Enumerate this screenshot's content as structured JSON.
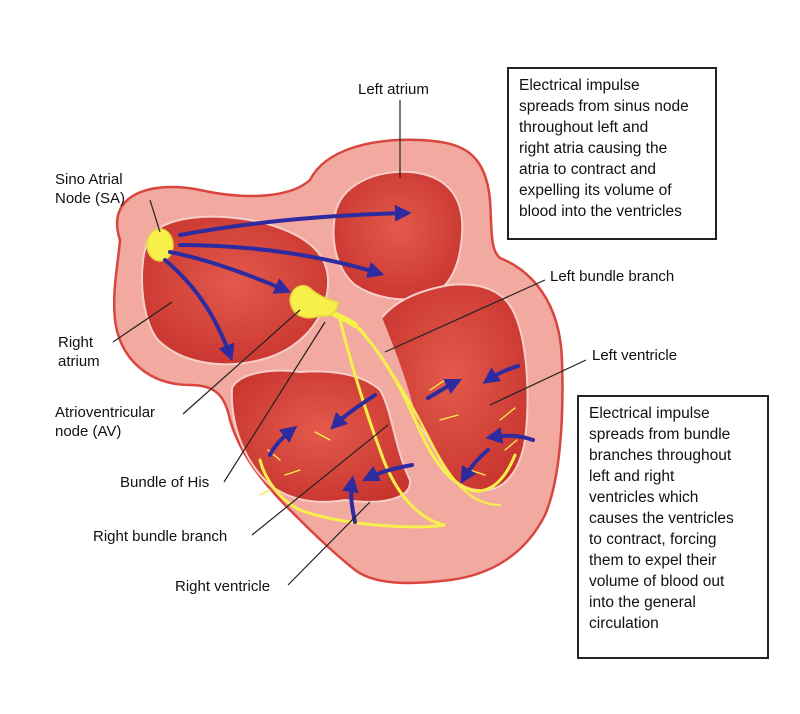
{
  "labels": {
    "left_atrium": "Left atrium",
    "sa_node": [
      "Sino Atrial",
      "Node (SA)"
    ],
    "left_bundle_branch": "Left bundle branch",
    "left_ventricle": "Left ventricle",
    "right_atrium": [
      "Right",
      "atrium"
    ],
    "av_node": [
      "Atrioventricular",
      "node (AV)"
    ],
    "bundle_of_his": "Bundle of His",
    "right_bundle_branch": "Right bundle branch",
    "right_ventricle": "Right ventricle"
  },
  "notes": {
    "atria": [
      "Electrical impulse",
      "spreads from sinus node",
      "throughout left and",
      "right atria causing the",
      "atria to contract and",
      "expelling its volume of",
      "blood into the ventricles"
    ],
    "ventricles": [
      "Electrical impulse",
      "spreads from bundle",
      "branches throughout",
      "left and right",
      "ventricles which",
      "causes the ventricles",
      "to contract, forcing",
      "them to expel their",
      "volume of blood out",
      "into the general",
      "circulation"
    ]
  },
  "colors": {
    "wall": "#f2a9a0",
    "wall_edge": "#d9463f",
    "chamber": "#d9463f",
    "chamber_light": "#e86a5c",
    "conduction": "#f7ef4a",
    "arrow": "#2e2aa0"
  }
}
